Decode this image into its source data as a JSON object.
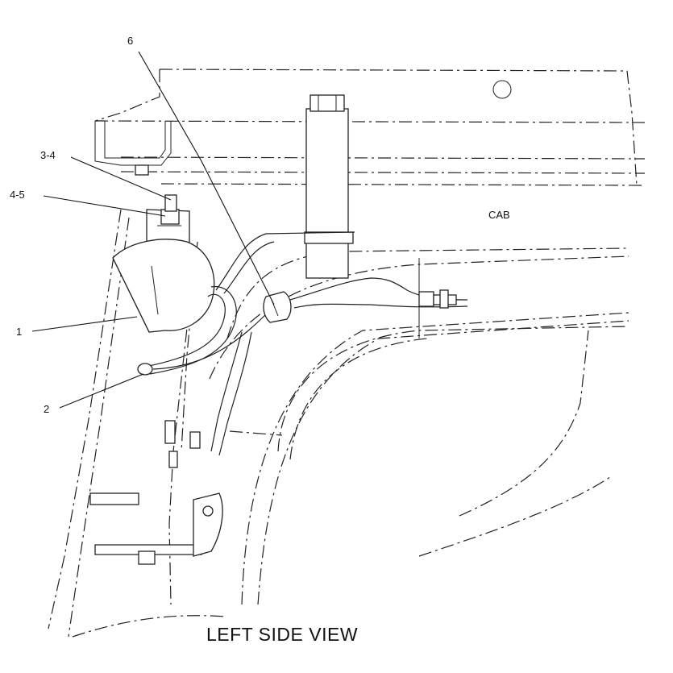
{
  "diagram": {
    "view_title": "LEFT SIDE VIEW",
    "region_label": "CAB",
    "callouts": {
      "c1": "1",
      "c2": "2",
      "c3": "3-4",
      "c4": "4-5",
      "c6": "6"
    }
  }
}
